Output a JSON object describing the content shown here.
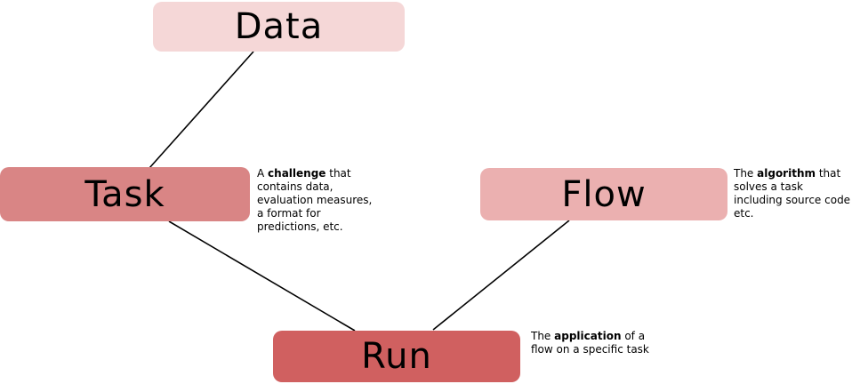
{
  "diagram": {
    "title": "OpenML concepts diagram",
    "background_color": "#ffffff",
    "line_color": "#000000",
    "text_color": "#000000",
    "nodes": [
      {
        "id": "data",
        "label": "Data",
        "color": "#f5d7d7"
      },
      {
        "id": "task",
        "label": "Task",
        "color": "#d98585"
      },
      {
        "id": "flow",
        "label": "Flow",
        "color": "#ebb0b0"
      },
      {
        "id": "run",
        "label": "Run",
        "color": "#d06060"
      }
    ],
    "edges": [
      {
        "id": "edge-data-task",
        "from": "data",
        "to": "task"
      },
      {
        "id": "edge-task-run",
        "from": "task",
        "to": "run"
      },
      {
        "id": "edge-flow-run",
        "from": "flow",
        "to": "run"
      }
    ],
    "annotations": [
      {
        "id": "task-note",
        "for": "task",
        "text": "A challenge that contains data, evaluation measures, a format for predictions, etc.",
        "lines": [
          [
            {
              "t": "A "
            },
            {
              "t": "challenge",
              "b": true
            },
            {
              "t": " that"
            }
          ],
          [
            {
              "t": "contains data,"
            }
          ],
          [
            {
              "t": "evaluation measures,"
            }
          ],
          [
            {
              "t": "a format for"
            }
          ],
          [
            {
              "t": "predictions, etc."
            }
          ]
        ]
      },
      {
        "id": "flow-note",
        "for": "flow",
        "text": "The algorithm that solves a task including source code etc.",
        "lines": [
          [
            {
              "t": "The "
            },
            {
              "t": "algorithm",
              "b": true
            },
            {
              "t": " that"
            }
          ],
          [
            {
              "t": "solves a task"
            }
          ],
          [
            {
              "t": "including source code"
            }
          ],
          [
            {
              "t": "etc."
            }
          ]
        ]
      },
      {
        "id": "run-note",
        "for": "run",
        "text": "The application of a flow on a specific task",
        "lines": [
          [
            {
              "t": "The "
            },
            {
              "t": "application",
              "b": true
            },
            {
              "t": " of a"
            }
          ],
          [
            {
              "t": "flow on a specific task"
            }
          ]
        ]
      }
    ]
  }
}
